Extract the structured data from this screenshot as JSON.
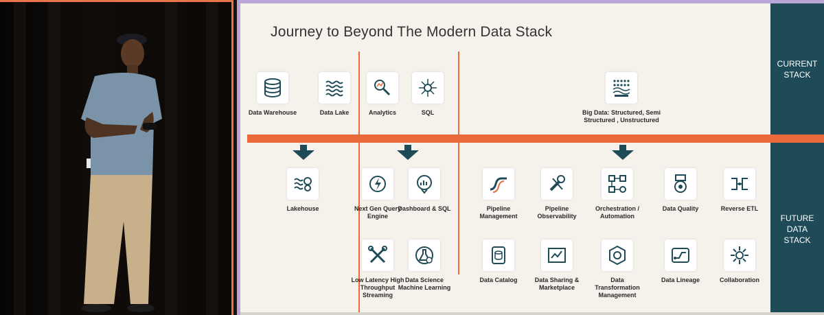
{
  "slide": {
    "title": "Journey to Beyond The Modern Data Stack",
    "current_band_label": "CURRENT\nSTACK",
    "future_band_label": "FUTURE\nDATA\nSTACK",
    "accent_color": "#ea6a3c",
    "band_color": "#1f4a57",
    "current_items": [
      {
        "label": "Data Warehouse",
        "icon": "database-icon"
      },
      {
        "label": "Data Lake",
        "icon": "waves-icon"
      },
      {
        "label": "Analytics",
        "icon": "analytics-icon"
      },
      {
        "label": "SQL",
        "icon": "sql-network-icon"
      },
      {
        "label": "Big Data: Structured, Semi Structured , Unstructured",
        "icon": "big-data-icon"
      }
    ],
    "future_items": [
      {
        "label": "Lakehouse",
        "icon": "lakehouse-icon"
      },
      {
        "label": "Next Gen Query Engine",
        "icon": "query-engine-icon"
      },
      {
        "label": "Dashboard & SQL",
        "icon": "dashboard-icon"
      },
      {
        "label": "Low Latency High Throughput Streaming",
        "icon": "tools-icon"
      },
      {
        "label": "Data Science Machine Learning",
        "icon": "science-icon"
      },
      {
        "label": "Pipeline Management",
        "icon": "pipeline-icon"
      },
      {
        "label": "Pipeline Observability",
        "icon": "wrench-icon"
      },
      {
        "label": "Orchestration / Automation",
        "icon": "orchestration-icon"
      },
      {
        "label": "Data Quality",
        "icon": "quality-badge-icon"
      },
      {
        "label": "Reverse ETL",
        "icon": "reverse-etl-icon"
      },
      {
        "label": "Data Catalog",
        "icon": "catalog-icon"
      },
      {
        "label": "Data Sharing & Marketplace",
        "icon": "sharing-icon"
      },
      {
        "label": "Data Transformation Management",
        "icon": "transformation-icon"
      },
      {
        "label": "Data Lineage",
        "icon": "lineage-icon"
      },
      {
        "label": "Collaboration",
        "icon": "collaboration-icon"
      }
    ]
  }
}
